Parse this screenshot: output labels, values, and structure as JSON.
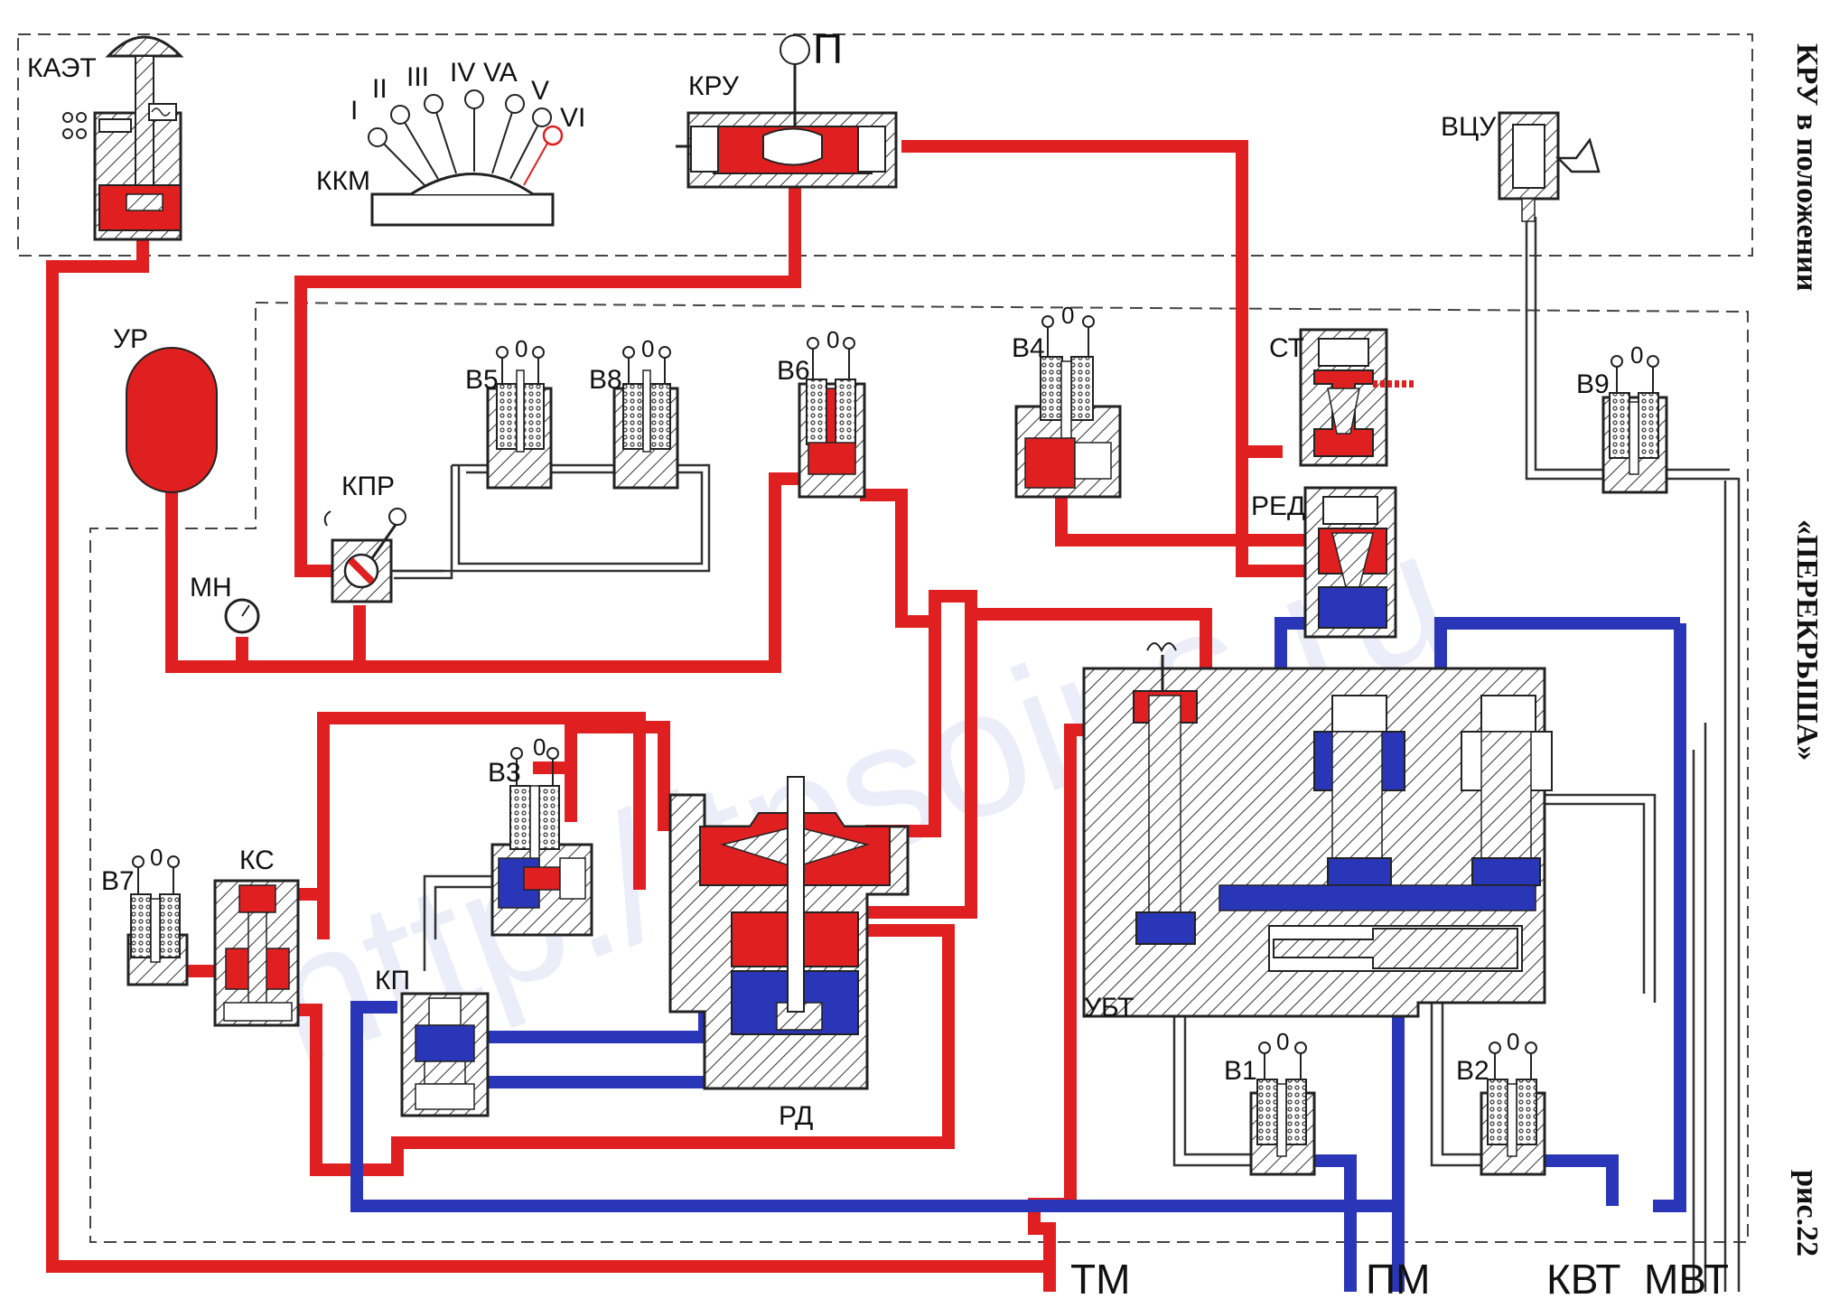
{
  "title_vertical": {
    "line1": "КРУ в положении",
    "line2": "«ПЕРЕКРЫША»",
    "figure": "рис.22"
  },
  "watermark": "http://tpsoins.ru",
  "components": {
    "kaet": "КАЭТ",
    "kkm": "ККМ",
    "kru": "КРУ",
    "kru_handle": "П",
    "vcu": "ВЦУ",
    "ur": "УР",
    "mn": "МН",
    "kpr": "КПР",
    "st": "СТ",
    "red": "РЕД",
    "ks": "КС",
    "kp": "КП",
    "rd": "РД",
    "ubt": "УБТ",
    "valves": {
      "v1": "В1",
      "v2": "В2",
      "v3": "В3",
      "v4": "В4",
      "v5": "В5",
      "v6": "В6",
      "v7": "В7",
      "v8": "В8",
      "v9": "В9"
    },
    "zero": "0"
  },
  "kkm_positions": [
    "I",
    "II",
    "III",
    "IV",
    "VA",
    "V",
    "VI"
  ],
  "lines": {
    "tm": "ТМ",
    "pm": "ПМ",
    "kvt": "КВТ",
    "mvt": "МВТ"
  },
  "colors": {
    "red": "#e02020",
    "blue": "#2a36b8",
    "background": "#ffffff",
    "outline": "#222222",
    "watermark": "#c8cdf0"
  }
}
